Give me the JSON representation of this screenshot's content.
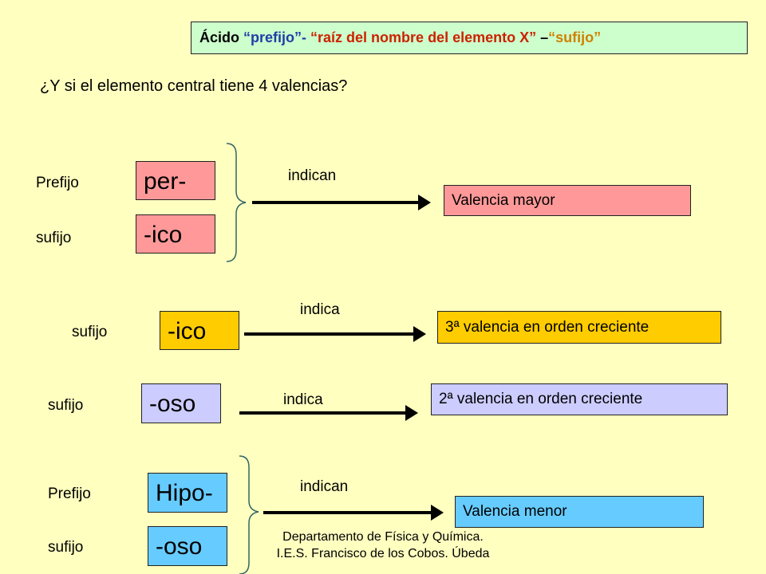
{
  "title": {
    "part1": "Ácido ",
    "part2": "“prefijo”",
    "part3": "-  ",
    "part4": "“raíz del nombre del elemento X”",
    "part5": " –",
    "part6": "“sufijo”"
  },
  "question": "¿Y si el elemento central tiene 4 valencias?",
  "groups": [
    {
      "prefix_label": "Prefijo",
      "prefix": "per-",
      "suffix_label": "sufijo",
      "suffix": "-ico",
      "verb": "indican",
      "result": "Valencia mayor"
    },
    {
      "suffix_label": "sufijo",
      "suffix": "-ico",
      "verb": "indica",
      "result": "3ª valencia en orden creciente"
    },
    {
      "suffix_label": "sufijo",
      "suffix": "-oso",
      "verb": "indica",
      "result": "2ª  valencia en orden creciente"
    },
    {
      "prefix_label": "Prefijo",
      "prefix": "Hipo-",
      "suffix_label": "sufijo",
      "suffix": "-oso",
      "verb": "indican",
      "result": "Valencia menor"
    }
  ],
  "footer": "Departamento de Física y Química. I.E.S. Francisco de los Cobos. Úbeda",
  "colors": {
    "background": "#ffffc0",
    "title_box": "#ccffcc",
    "title_blue": "#1f3ea8",
    "title_red": "#cc2200",
    "title_orange": "#d08000",
    "pink": "#ff9999",
    "yellow": "#ffcc00",
    "lavender": "#ccccff",
    "blue": "#66ccff"
  }
}
